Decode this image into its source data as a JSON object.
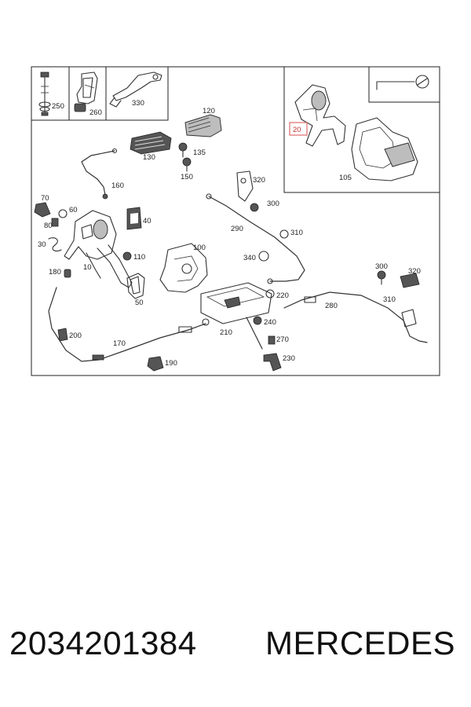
{
  "callouts": {
    "c250": "250",
    "c260": "260",
    "c330": "330",
    "c120": "120",
    "c130": "130",
    "c135": "135",
    "c150": "150",
    "c160": "160",
    "c70": "70",
    "c60": "60",
    "c80": "80",
    "c40": "40",
    "c30": "30",
    "c110": "110",
    "c10": "10",
    "c180": "180",
    "c50": "50",
    "c100": "100",
    "c320a": "320",
    "c300a": "300",
    "c290": "290",
    "c310a": "310",
    "c340": "340",
    "c220": "220",
    "c280": "280",
    "c300b": "300",
    "c320b": "320",
    "c310b": "310",
    "c200": "200",
    "c170": "170",
    "c210": "210",
    "c240": "240",
    "c270": "270",
    "c230": "230",
    "c190": "190",
    "c20": "20",
    "c105": "105"
  },
  "highlight_color": "#e06a6a",
  "footer": {
    "part_number": "2034201384",
    "brand": "MERCEDES"
  }
}
